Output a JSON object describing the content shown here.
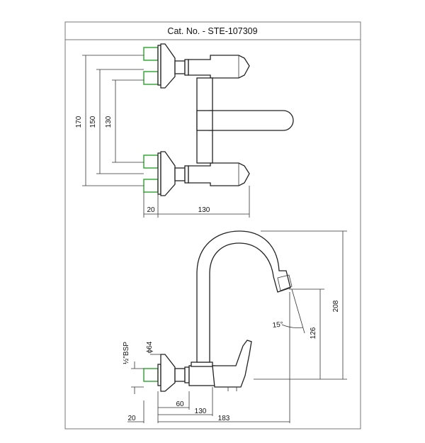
{
  "title": "Cat. No. - STE-107309",
  "top_view": {
    "dim_170": "170",
    "dim_150": "150",
    "dim_130_vertical": "130",
    "dim_20": "20",
    "dim_130_horizontal": "130"
  },
  "side_view": {
    "dim_208": "208",
    "dim_126": "126",
    "angle": "15°",
    "pipe_dia": "ϕ64",
    "thread": "½\"BSP",
    "dim_60": "60",
    "dim_130": "130",
    "dim_183": "183",
    "dim_20": "20"
  }
}
